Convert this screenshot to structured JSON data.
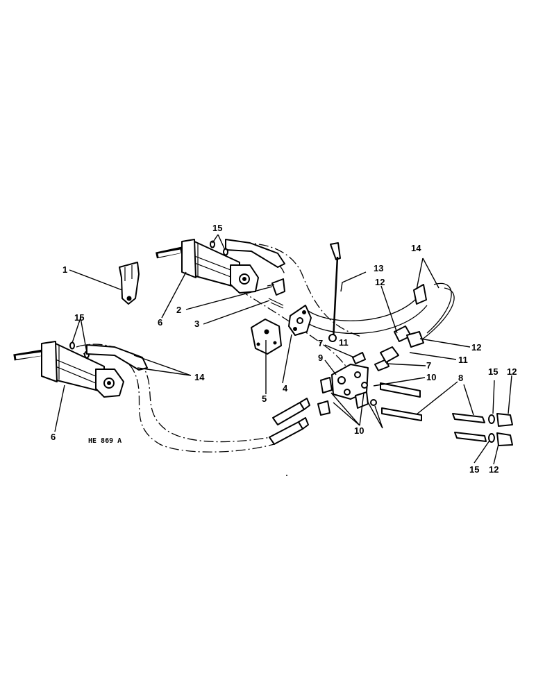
{
  "diagram": {
    "figure_id": "HE 869 A",
    "callouts": [
      {
        "id": "c1",
        "label": "1"
      },
      {
        "id": "c2",
        "label": "2"
      },
      {
        "id": "c3",
        "label": "3"
      },
      {
        "id": "c4",
        "label": "4"
      },
      {
        "id": "c5",
        "label": "5"
      },
      {
        "id": "c6a",
        "label": "6"
      },
      {
        "id": "c6b",
        "label": "6"
      },
      {
        "id": "c7a",
        "label": "7"
      },
      {
        "id": "c7b",
        "label": "7"
      },
      {
        "id": "c8",
        "label": "8"
      },
      {
        "id": "c9",
        "label": "9"
      },
      {
        "id": "c10a",
        "label": "10"
      },
      {
        "id": "c10b",
        "label": "10"
      },
      {
        "id": "c11a",
        "label": "11"
      },
      {
        "id": "c11b",
        "label": "11"
      },
      {
        "id": "c12a",
        "label": "12"
      },
      {
        "id": "c12b",
        "label": "12"
      },
      {
        "id": "c12c",
        "label": "12"
      },
      {
        "id": "c12d",
        "label": "12"
      },
      {
        "id": "c13",
        "label": "13"
      },
      {
        "id": "c14a",
        "label": "14"
      },
      {
        "id": "c14b",
        "label": "14"
      },
      {
        "id": "c15a",
        "label": "15"
      },
      {
        "id": "c15b",
        "label": "15"
      },
      {
        "id": "c15c",
        "label": "15"
      },
      {
        "id": "c15d",
        "label": "15"
      }
    ]
  }
}
